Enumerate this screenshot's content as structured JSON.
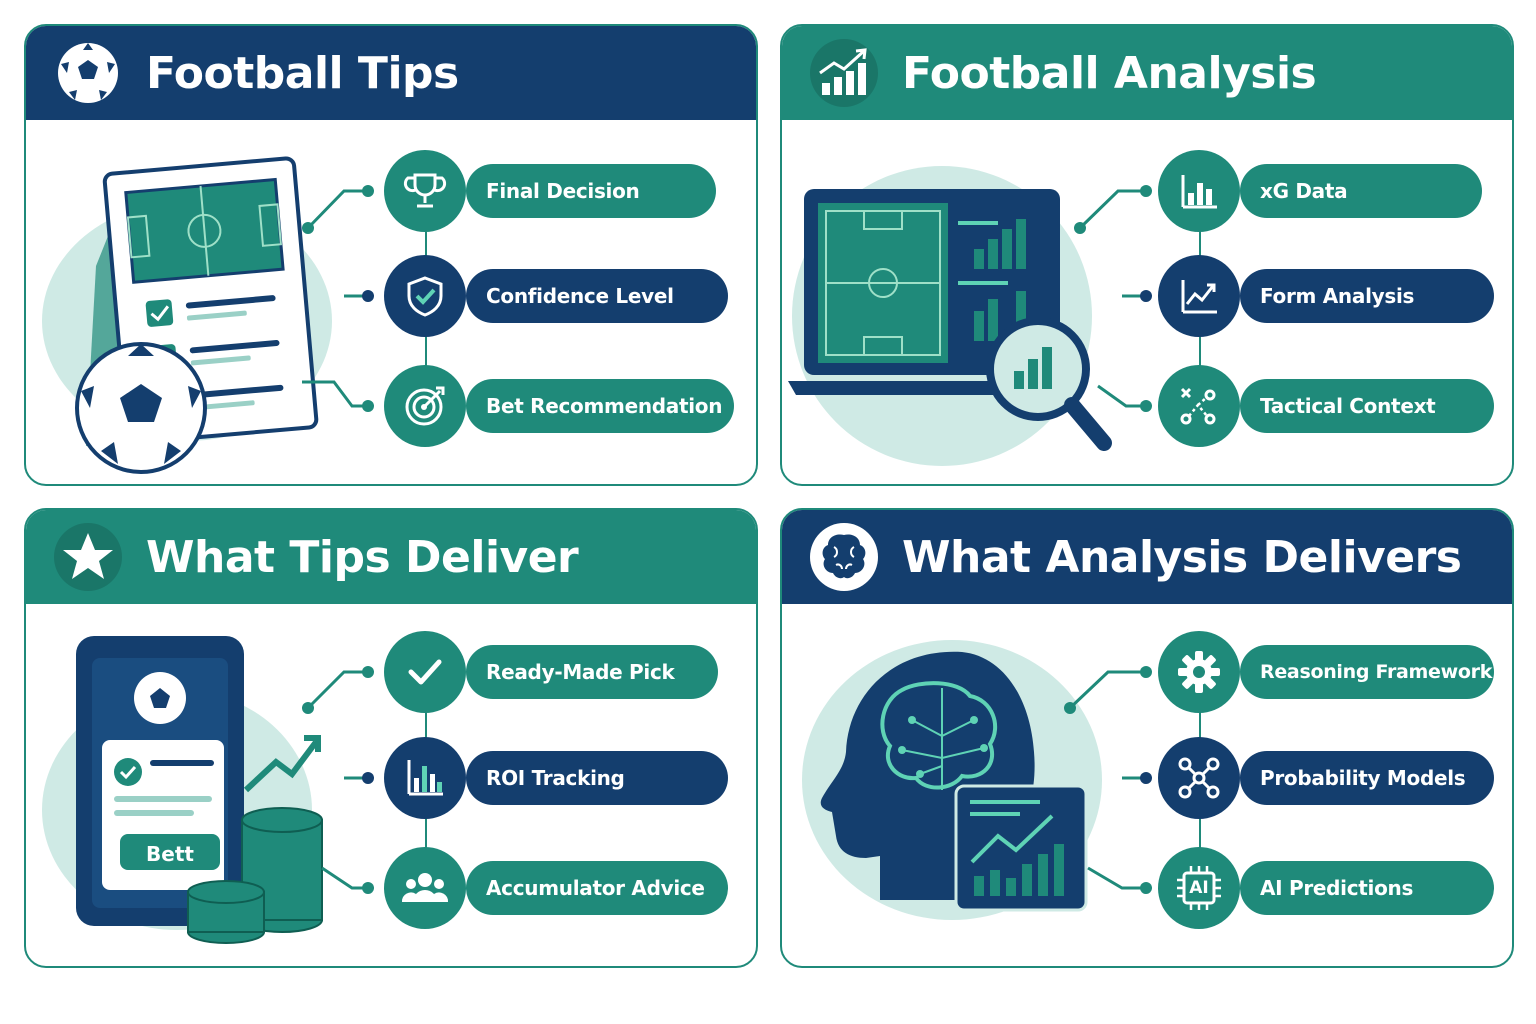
{
  "colors": {
    "teal": "#1f8a7a",
    "navy": "#143e6e",
    "light": "#cfeae5"
  },
  "panels": [
    {
      "title": "Football Tips",
      "icon": "soccer-ball-icon",
      "items": [
        {
          "label": "Final Decision",
          "icon": "trophy-icon",
          "color": "teal"
        },
        {
          "label": "Confidence Level",
          "icon": "shield-check-icon",
          "color": "navy"
        },
        {
          "label": "Bet Recommendation",
          "icon": "target-icon",
          "color": "teal"
        }
      ]
    },
    {
      "title": "Football Analysis",
      "icon": "growth-chart-icon",
      "items": [
        {
          "label": "xG Data",
          "icon": "bar-chart-icon",
          "color": "teal"
        },
        {
          "label": "Form Analysis",
          "icon": "line-chart-icon",
          "color": "navy"
        },
        {
          "label": "Tactical Context",
          "icon": "tactics-icon",
          "color": "teal"
        }
      ]
    },
    {
      "title": "What Tips Deliver",
      "icon": "star-icon",
      "items": [
        {
          "label": "Ready-Made Pick",
          "icon": "checkmark-icon",
          "color": "teal"
        },
        {
          "label": "ROI Tracking",
          "icon": "roi-chart-icon",
          "color": "navy"
        },
        {
          "label": "Accumulator Advice",
          "icon": "group-icon",
          "color": "teal"
        }
      ]
    },
    {
      "title": "What Analysis Delivers",
      "icon": "brain-icon",
      "items": [
        {
          "label": "Reasoning Framework",
          "icon": "gear-icon",
          "color": "teal"
        },
        {
          "label": "Probability Models",
          "icon": "network-icon",
          "color": "navy"
        },
        {
          "label": "AI Predictions",
          "icon": "ai-chip-icon",
          "color": "teal"
        }
      ]
    }
  ],
  "illustrations": {
    "phone_button": "Bett",
    "chip_label": "AI"
  }
}
